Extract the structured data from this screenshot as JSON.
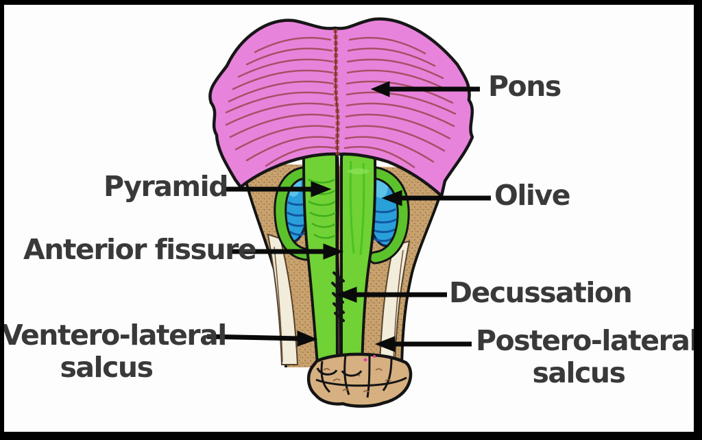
{
  "figure": {
    "labels": {
      "pons": {
        "text": "Pons"
      },
      "pyramid": {
        "text": "Pyramid"
      },
      "olive": {
        "text": "Olive"
      },
      "anterior_fissure": {
        "text": "Anterior fissure"
      },
      "decussation": {
        "text": "Decussation"
      },
      "ventero_lateral": {
        "line1": "Ventero-lateral",
        "line2": "salcus"
      },
      "postero_lateral": {
        "line1": "Postero-lateral",
        "line2": "salcus"
      }
    },
    "colors": {
      "pons_pink": "#e883dc",
      "pons_striation": "#a14a5a",
      "pyramid_green": "#70d235",
      "olive_blue": "#2aa0da",
      "medulla_tan": "#c9a26e",
      "lateral_cream": "#f2ecda",
      "stump_tan": "#d7b081",
      "outline_black": "#141414",
      "label_text": "#393939",
      "frame_black": "#000000",
      "background_white": "#fdfdfd"
    }
  }
}
